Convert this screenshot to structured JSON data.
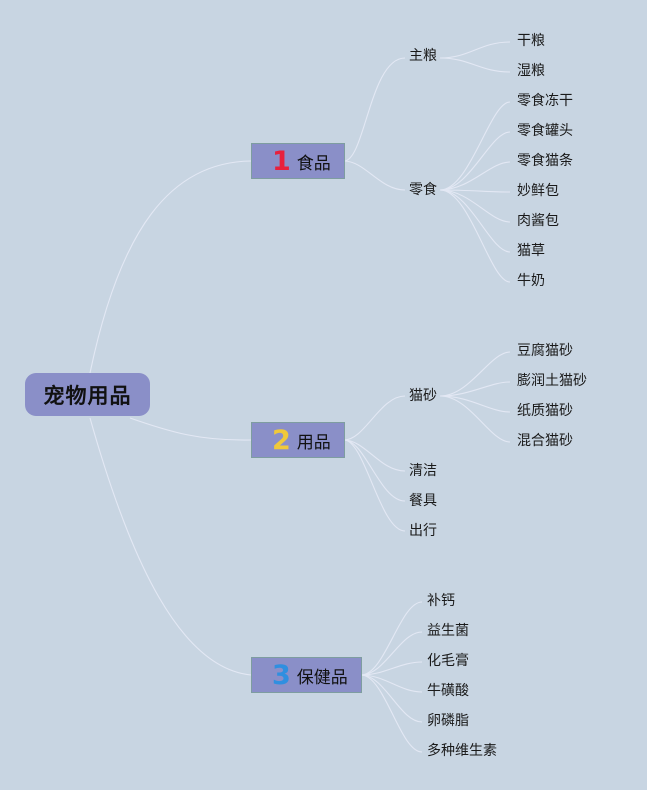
{
  "root": "宠物用品",
  "categories": [
    {
      "number": "1",
      "number_color": "#e8203c",
      "label": "食品",
      "groups": [
        {
          "label": "主粮",
          "items": [
            "干粮",
            "湿粮"
          ]
        },
        {
          "label": "零食",
          "items": [
            "零食冻干",
            "零食罐头",
            "零食猫条",
            "妙鲜包",
            "肉酱包",
            "猫草",
            "牛奶"
          ]
        }
      ]
    },
    {
      "number": "2",
      "number_color": "#f0c93a",
      "label": "用品",
      "groups": [
        {
          "label": "猫砂",
          "items": [
            "豆腐猫砂",
            "膨润土猫砂",
            "纸质猫砂",
            "混合猫砂"
          ]
        },
        {
          "label": "清洁",
          "items": []
        },
        {
          "label": "餐具",
          "items": []
        },
        {
          "label": "出行",
          "items": []
        }
      ]
    },
    {
      "number": "3",
      "number_color": "#2f8fe0",
      "label": "保健品",
      "items": [
        "补钙",
        "益生菌",
        "化毛膏",
        "牛磺酸",
        "卵磷脂",
        "多种维生素"
      ]
    }
  ]
}
